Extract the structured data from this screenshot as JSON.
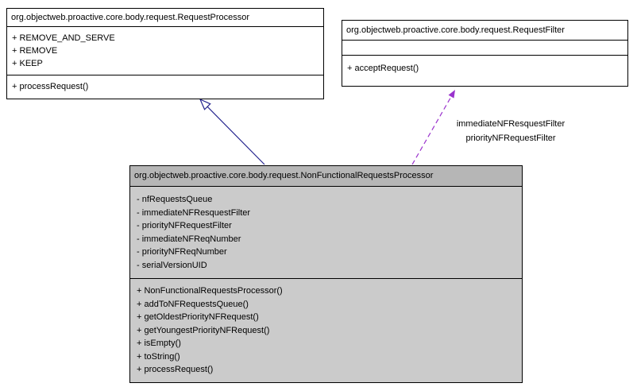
{
  "diagram": {
    "classes": {
      "request_processor": {
        "title": "org.objectweb.proactive.core.body.request.RequestProcessor",
        "attributes": [
          "+ REMOVE_AND_SERVE",
          "+ REMOVE",
          "+ KEEP"
        ],
        "methods": [
          "+ processRequest()"
        ]
      },
      "request_filter": {
        "title": "org.objectweb.proactive.core.body.request.RequestFilter",
        "attributes": [],
        "methods": [
          "+ acceptRequest()"
        ]
      },
      "nf_requests_processor": {
        "title": "org.objectweb.proactive.core.body.request.NonFunctionalRequestsProcessor",
        "attributes": [
          "- nfRequestsQueue",
          "- immediateNFResquestFilter",
          "- priorityNFRequestFilter",
          "- immediateNFReqNumber",
          "- priorityNFReqNumber",
          "- serialVersionUID"
        ],
        "methods": [
          "+ NonFunctionalRequestsProcessor()",
          "+ addToNFRequestsQueue()",
          "+ getOldestPriorityNFRequest()",
          "+ getYoungestPriorityNFRequest()",
          "+ isEmpty()",
          "+ toString()",
          "+ processRequest()"
        ]
      }
    },
    "edges": {
      "inheritance": {
        "type": "generalization",
        "from": "nf_requests_processor",
        "to": "request_processor"
      },
      "dependency": {
        "type": "dashed-usage",
        "from": "nf_requests_processor",
        "to": "request_filter",
        "labels": [
          "immediateNFResquestFilter",
          "priorityNFRequestFilter"
        ]
      }
    },
    "colors": {
      "border": "#000000",
      "node_fill": "#ffffff",
      "highlight_title_fill": "#b6b6b6",
      "highlight_body_fill": "#cbcbcb",
      "inheritance_edge": "#23238e",
      "dependency_edge": "#9a32cd",
      "text": "#000000"
    }
  }
}
